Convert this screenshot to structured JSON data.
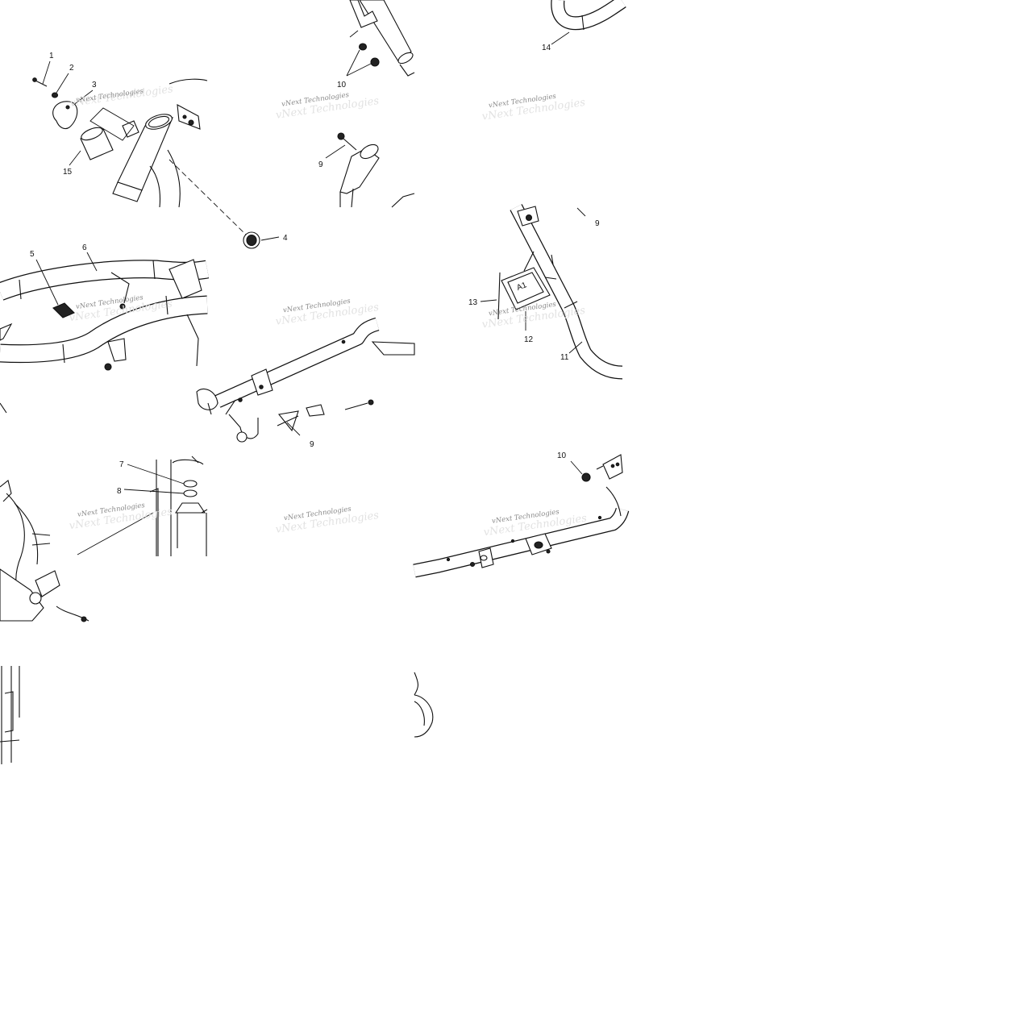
{
  "watermark": {
    "text": "vNext Technologies"
  },
  "callouts": {
    "c1": "1",
    "c2": "2",
    "c3": "3",
    "c4": "4",
    "c5": "5",
    "c6": "6",
    "c7": "7",
    "c8": "8",
    "c9a": "9",
    "c9b": "9",
    "c9c": "9",
    "c10a": "10",
    "c10b": "10",
    "c11": "11",
    "c12": "12",
    "c13": "13",
    "c14": "14",
    "c15": "15"
  },
  "labels": {
    "plate_text": "A1"
  }
}
